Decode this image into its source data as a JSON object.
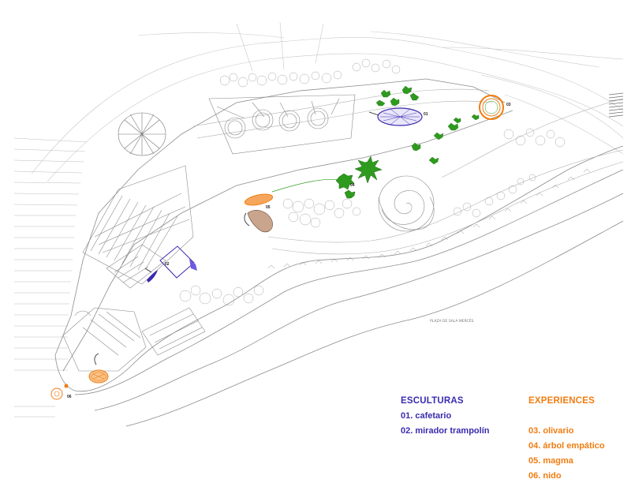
{
  "colors": {
    "esculturas": "#3a2bb0",
    "experiences": "#f07d12",
    "vegetation": "#2e9a1e",
    "linework": "#9a9a9a"
  },
  "legend": {
    "esculturas": {
      "title": "ESCULTURAS",
      "items": [
        "01. cafetario",
        "02. mirador trampolín"
      ]
    },
    "experiences": {
      "title": "EXPERIENCES",
      "items": [
        "03. olivario",
        "04. árbol empático",
        "05. magma",
        "06. nido"
      ]
    }
  },
  "map_labels": {
    "street": "PLAZA DE SALA MERCÉS",
    "markers": [
      "01",
      "02",
      "03",
      "04",
      "05",
      "06"
    ]
  }
}
